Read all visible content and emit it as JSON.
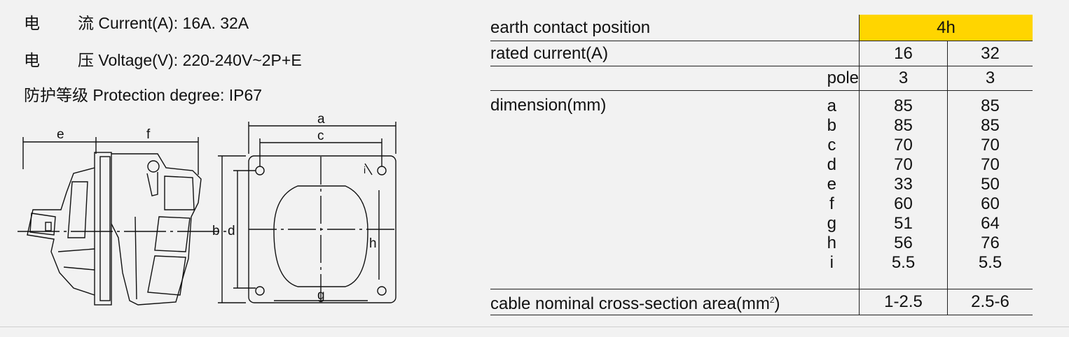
{
  "specs": {
    "current": {
      "cn_a": "电",
      "cn_b": "流",
      "en": "Current(A): 16A. 32A"
    },
    "voltage": {
      "cn_a": "电",
      "cn_b": "压",
      "en": "Voltage(V): 220-240V~2P+E"
    },
    "protection": {
      "cn": "防护等级",
      "en": "Protection degree: IP67"
    }
  },
  "drawing": {
    "labels": {
      "a": "a",
      "b": "b",
      "c": "c",
      "d": "d",
      "e": "e",
      "f": "f",
      "g": "g",
      "h": "h",
      "i": "i"
    }
  },
  "table": {
    "earth_contact_label": "earth contact position",
    "earth_contact_value": "4h",
    "rated_current_label": "rated current(A)",
    "rated_current": [
      "16",
      "32"
    ],
    "pole_label": "pole",
    "pole": [
      "3",
      "3"
    ],
    "dimension_label": "dimension(mm)",
    "dimension_letters": [
      "a",
      "b",
      "c",
      "d",
      "e",
      "f",
      "g",
      "h",
      "i"
    ],
    "dimension_16": [
      "85",
      "85",
      "70",
      "70",
      "33",
      "60",
      "51",
      "56",
      "5.5"
    ],
    "dimension_32": [
      "85",
      "85",
      "70",
      "70",
      "50",
      "60",
      "64",
      "76",
      "5.5"
    ],
    "cable_label": "cable nominal cross-section area(mm",
    "cable_sup": "2",
    "cable_label_end": ")",
    "cable": [
      "1-2.5",
      "2.5-6"
    ]
  },
  "colors": {
    "highlight": "#ffd500",
    "background": "#f2f2f2"
  }
}
